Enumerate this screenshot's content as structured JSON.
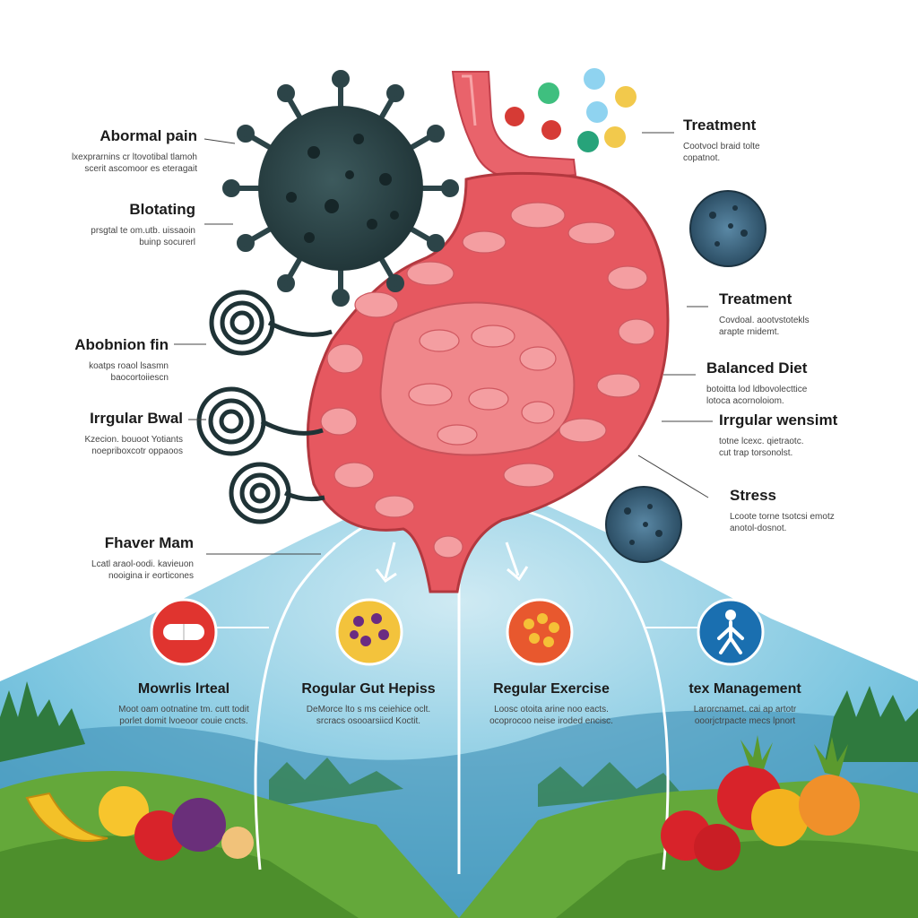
{
  "left_labels": [
    {
      "title": "Abormal pain",
      "desc": [
        "lxexprarnins cr ltovotibal tlamoh",
        "scerit ascomoor es eteragait"
      ]
    },
    {
      "title": "Blotating",
      "desc": [
        "prsgtal te om.utb. uissaoin",
        "buinp socurerl"
      ]
    },
    {
      "title": "Abobnion fin",
      "desc": [
        "koatps roaol lsasmn",
        "baocortoiiescn"
      ]
    },
    {
      "title": "Irrgular Bwal",
      "desc": [
        "Kzecion. bouoot Yotiants",
        "noepriboxcotr oppaoos"
      ]
    },
    {
      "title": "Fhaver Mam",
      "desc": [
        "Lcatl araol-oodi. kavieuon",
        "nooigina ir eorticones"
      ]
    }
  ],
  "right_labels": [
    {
      "title": "Treatment",
      "desc": [
        "Cootvocl braid tolte",
        "copatnot."
      ]
    },
    {
      "title": "Treatment",
      "desc": [
        "Covdoal. aootvstotekls",
        "arapte rnidemt."
      ]
    },
    {
      "title": "Balanced Diet",
      "desc": [
        "botoitta lod ldbovolecttice",
        "lotoca acornoloiom."
      ]
    },
    {
      "title": "Irrgular wensimt",
      "desc": [
        "totne lcexc. qietraotc.",
        "cut trap torsonolst."
      ]
    },
    {
      "title": "Stress",
      "desc": [
        "Lcoote torne tsotcsi emotz",
        "anotol-dosnot."
      ]
    }
  ],
  "bottom_labels": [
    {
      "title": "Mowrlis lrteal",
      "desc": [
        "Moot oam ootnatine tm. cutt todit",
        "porlet domit lvoeoor couie cncts."
      ]
    },
    {
      "title": "Rogular Gut Hepiss",
      "desc": [
        "DeMorce lto s ms ceiehice oclt.",
        "srcracs osooarsiicd Koctit."
      ]
    },
    {
      "title": "Regular Exercise",
      "desc": [
        "Loosc otoita arine noo eacts.",
        "ocoprocoo neise iroded encisc."
      ]
    },
    {
      "title": "tex Management",
      "desc": [
        "Larorcnamet. cai ap artotr",
        "ooorjctrpacte mecs lpnort"
      ]
    }
  ],
  "icons": [
    "virus-icon",
    "bacteria-icon",
    "pills-icon",
    "capsule-icon",
    "microbiome-icon",
    "healthy-food-icon",
    "exercise-person-icon",
    "fruit-icon"
  ],
  "colors": {
    "gut": "#e85a63",
    "gut_light": "#f48d8e",
    "virus": "#2c4448",
    "sky": "#4fb1d6",
    "grass": "#5fa338",
    "icon_red": "#e0342f"
  }
}
